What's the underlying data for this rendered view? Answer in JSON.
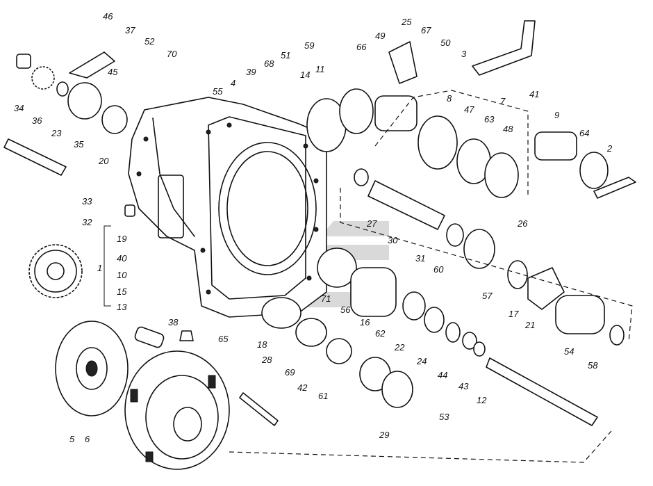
{
  "diagram": {
    "callouts": [
      "46",
      "37",
      "52",
      "70",
      "45",
      "34",
      "36",
      "23",
      "35",
      "20",
      "33",
      "32",
      "1",
      "19",
      "40",
      "10",
      "15",
      "13",
      "5",
      "6",
      "38",
      "65",
      "4",
      "55",
      "39",
      "68",
      "51",
      "59",
      "66",
      "49",
      "25",
      "67",
      "50",
      "3",
      "41",
      "11",
      "14",
      "8",
      "47",
      "63",
      "48",
      "7",
      "9",
      "64",
      "2",
      "26",
      "27",
      "30",
      "31",
      "60",
      "57",
      "17",
      "21",
      "54",
      "58",
      "71",
      "56",
      "16",
      "62",
      "22",
      "24",
      "44",
      "43",
      "12",
      "18",
      "28",
      "61",
      "29",
      "53",
      "69",
      "42"
    ],
    "colors": {
      "ink": "#111111",
      "watermark": "#d9d9d9",
      "background": "#ffffff"
    }
  }
}
